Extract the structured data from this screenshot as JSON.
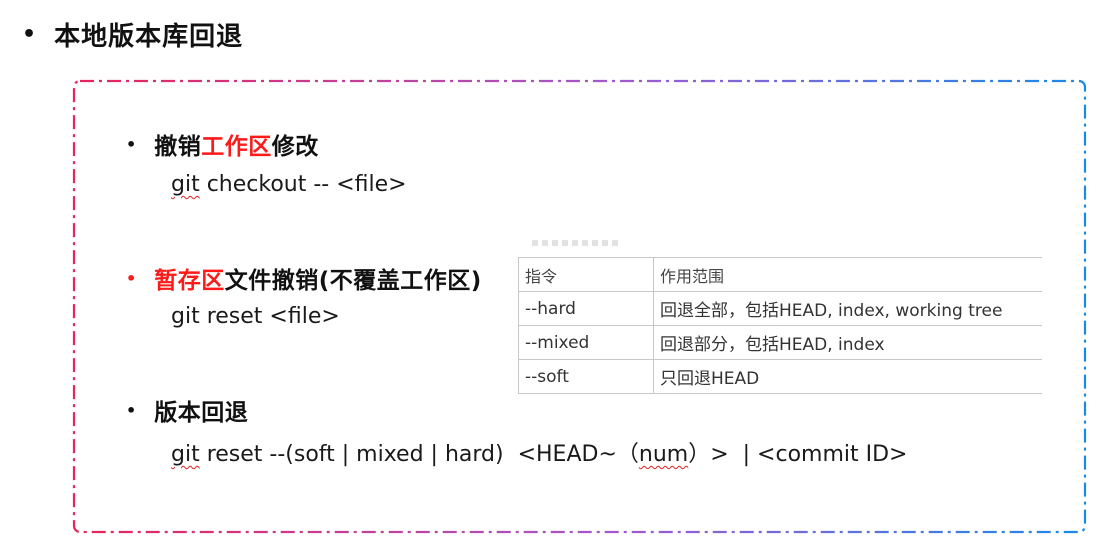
{
  "header": {
    "bullet": "•",
    "title": "本地版本库回退"
  },
  "sections": [
    {
      "bullet": "•",
      "heading_pre": "撤销",
      "heading_highlight": "工作区",
      "heading_post": "修改",
      "command_pre": "",
      "command_squiggle": "git",
      "command_post": " checkout -- <file>"
    },
    {
      "bullet": "•",
      "heading_highlight": "暂存区",
      "heading_post": "文件撤销(不覆盖工作区)",
      "command": "git reset <file>"
    },
    {
      "bullet": "•",
      "heading": "版本回退",
      "command_squiggle": "git",
      "command_mid": " reset --(soft | mixed | hard)  <HEAD~（",
      "command_squiggle2": "num",
      "command_post": "）>  | <commit ID>"
    }
  ],
  "reset_table": {
    "headers": [
      "指令",
      "作用范围"
    ],
    "rows": [
      [
        "--hard",
        "回退全部，包括HEAD, index, working tree"
      ],
      [
        "--mixed",
        "回退部分，包括HEAD, index"
      ],
      [
        "--soft",
        "只回退HEAD"
      ]
    ]
  },
  "colors": {
    "highlight": "#ff1a1a",
    "frame_gradient_start": "#e8245a",
    "frame_gradient_mid": "#a05ad2",
    "frame_gradient_end": "#1a8ae8"
  }
}
